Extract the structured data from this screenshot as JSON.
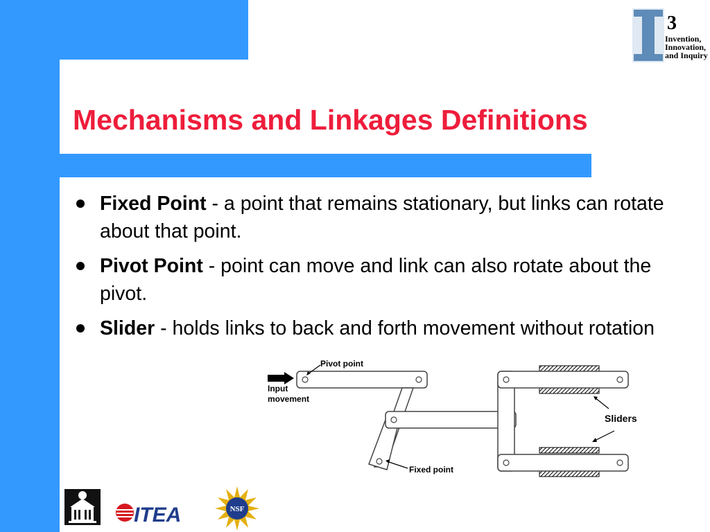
{
  "slide": {
    "title": "Mechanisms and Linkages Definitions",
    "bullets": [
      {
        "term": "Fixed Point",
        "text": " - a point that remains stationary, but links can rotate about that point."
      },
      {
        "term": "Pivot Point",
        "text": " - point can move and link can also rotate about the pivot."
      },
      {
        "term": "Slider",
        "text": " - holds links to back and forth movement without rotation"
      }
    ]
  },
  "logo_i3": {
    "letter": "I",
    "superscript": "3",
    "lines": [
      "Invention,",
      "Innovation,",
      "and Inquiry"
    ]
  },
  "diagram": {
    "pivot_label": "Pivot point",
    "input_label_1": "Input",
    "input_label_2": "movement",
    "fixed_label": "Fixed point",
    "sliders_label": "Sliders"
  },
  "footer": {
    "itea_label": "ITEA",
    "nsf_label": "NSF"
  },
  "colors": {
    "blue": "#3399ff",
    "title_red": "#ee1d3b"
  }
}
